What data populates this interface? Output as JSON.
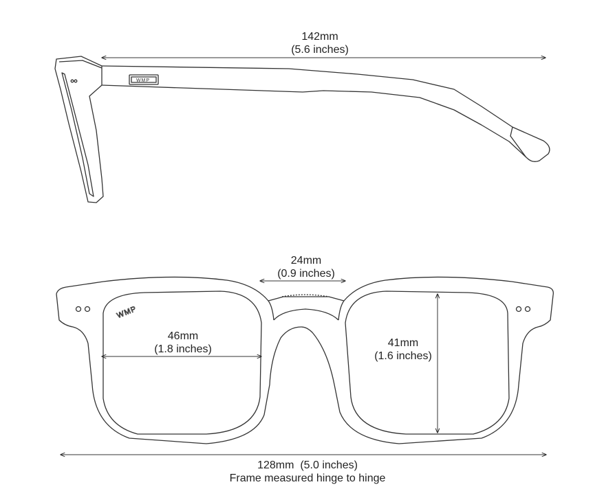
{
  "temple_length": {
    "mm": "142mm",
    "inches": "(5.6 inches)"
  },
  "bridge_width": {
    "mm": "24mm",
    "inches": "(0.9 inches)"
  },
  "lens_width": {
    "mm": "46mm",
    "inches": "(1.8 inches)"
  },
  "lens_height": {
    "mm": "41mm",
    "inches": "(1.6 inches)"
  },
  "frame_width": {
    "mm": "128mm",
    "inches": "(5.0 inches)",
    "note": "Frame measured hinge to hinge"
  },
  "logo_text": "WMP",
  "colors": {
    "line": "#333333",
    "background": "#ffffff"
  }
}
